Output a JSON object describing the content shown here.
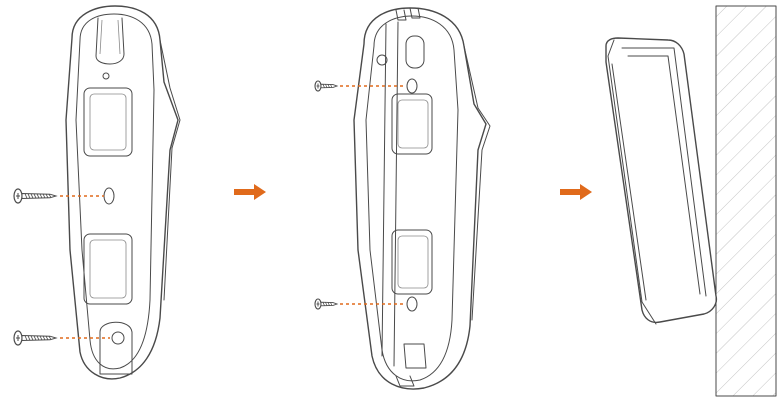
{
  "diagram": {
    "steps": [
      {
        "id": "step-1",
        "caption": ""
      },
      {
        "id": "step-2",
        "caption": ""
      },
      {
        "id": "step-3",
        "caption": ""
      }
    ],
    "arrows": 2
  },
  "colors": {
    "accent": "#e06a1b",
    "outline": "#4a4a4a",
    "wall_hatch": "#b9b9b9",
    "background": "#ffffff"
  },
  "icons": [
    "screw-icon",
    "arrow-right-icon",
    "wall-hatch"
  ]
}
